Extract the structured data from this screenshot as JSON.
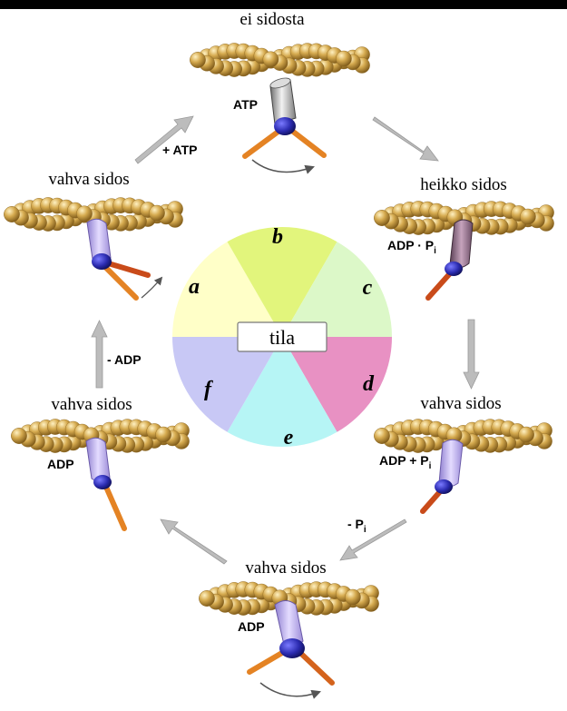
{
  "states": {
    "top": "ei sidosta",
    "upper_right": "heikko sidos",
    "lower_right": "vahva sidos",
    "bottom": "vahva sidos",
    "lower_left": "vahva sidos",
    "upper_left": "vahva sidos"
  },
  "nucleotides": {
    "top": "ATP",
    "upper_right": "ADP · P",
    "upper_right_sub": "i",
    "lower_right": "ADP + P",
    "lower_right_sub": "i",
    "bottom": "ADP",
    "lower_left": "ADP"
  },
  "transitions": {
    "add_atp": "+ ATP",
    "release_pi": "- P",
    "release_pi_sub": "i",
    "release_adp": "- ADP"
  },
  "wheel": {
    "center_label": "tila",
    "sectors": [
      {
        "letter": "a",
        "color": "#ffffc8"
      },
      {
        "letter": "b",
        "color": "#e2f57c"
      },
      {
        "letter": "c",
        "color": "#dcf8c8"
      },
      {
        "letter": "d",
        "color": "#e891c3"
      },
      {
        "letter": "e",
        "color": "#b6f5f5"
      },
      {
        "letter": "f",
        "color": "#c8c8f5"
      }
    ]
  },
  "colors": {
    "actin_bead": "#d1a84e",
    "myosin_neck": "#c6b6ef",
    "myosin_neck_weak": "#9a7790",
    "atp_cylinder": "#bdbdbd",
    "motor_head": "#2f2fb8",
    "lever_arm": "#e07b1b",
    "arrow": "#b8b8b8"
  }
}
